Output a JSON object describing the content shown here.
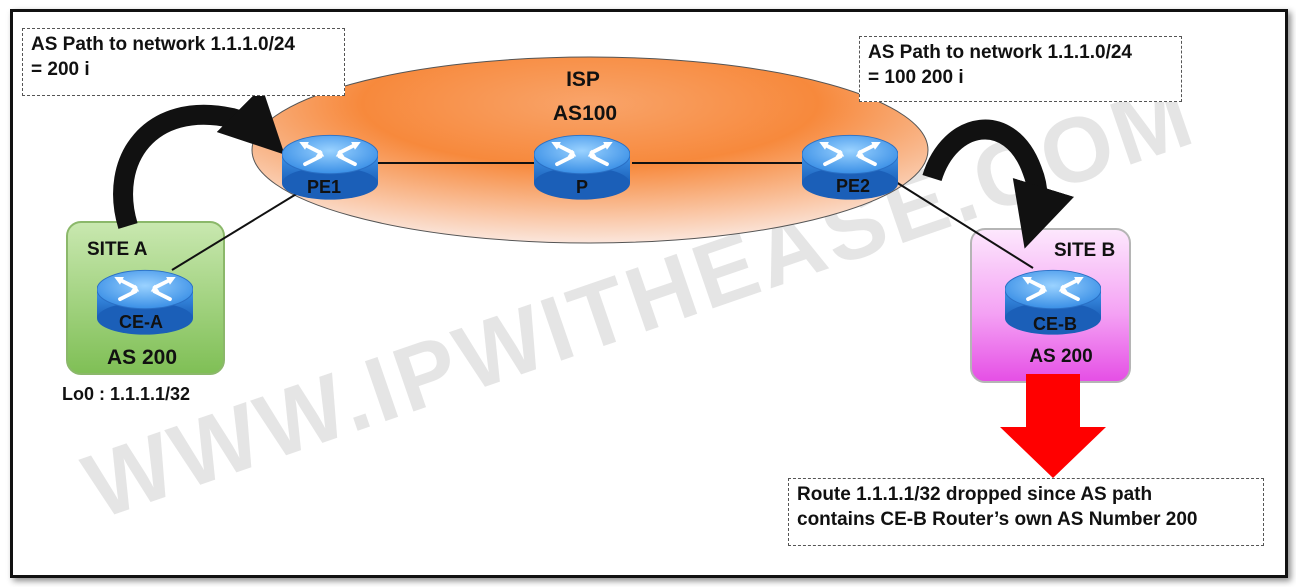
{
  "watermark": "WWW.IPWITHEASE.COM",
  "isp": {
    "name": "ISP",
    "as": "AS100"
  },
  "routers": {
    "pe1": "PE1",
    "p": "P",
    "pe2": "PE2",
    "ce_a": "CE-A",
    "ce_b": "CE-B"
  },
  "site_a": {
    "title": "SITE A",
    "as": "AS 200",
    "loopback": "Lo0 : 1.1.1.1/32"
  },
  "site_b": {
    "title": "SITE B",
    "as": "AS 200"
  },
  "notes": {
    "left_line1": "AS Path to network 1.1.1.0/24",
    "left_line2": "= 200 i",
    "right_line1": "AS Path to network 1.1.1.0/24",
    "right_line2": "= 100 200 i",
    "bottom_line1": "Route 1.1.1.1/32  dropped since AS path",
    "bottom_line2": "contains CE-B Router’s own AS Number 200"
  },
  "colors": {
    "site_a": "#9fd27a",
    "site_b": "#f06ef0",
    "isp": "#f7893c",
    "router": "#2f7fe0",
    "drop_arrow": "#ff0000"
  }
}
